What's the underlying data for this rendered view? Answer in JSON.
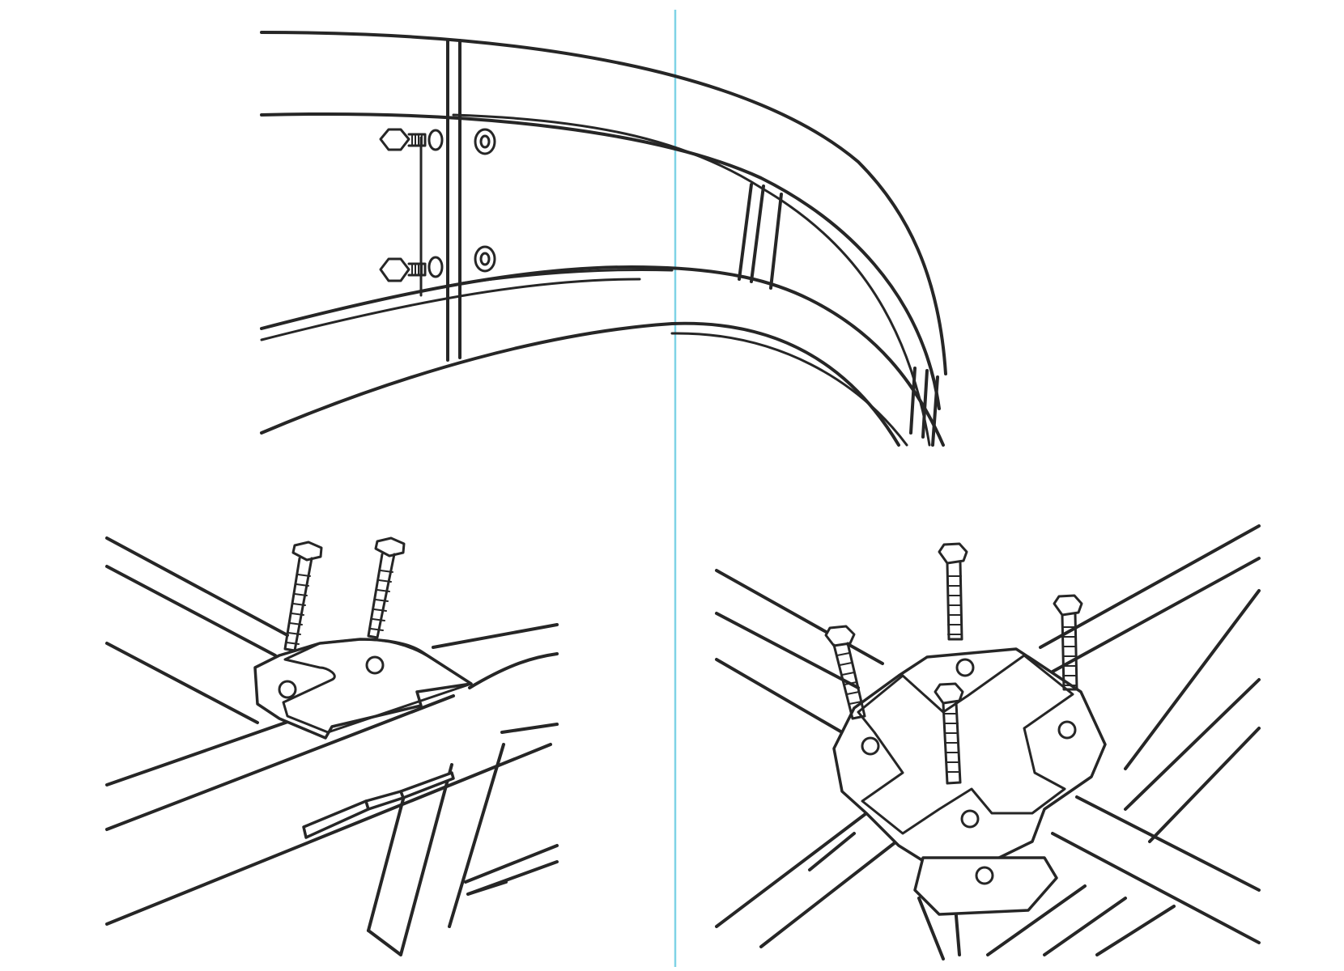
{
  "colors": {
    "background": "#ffffff",
    "line": "#262626",
    "divider": "#7fd3e6",
    "bracket_highlight": "#8a9a4e"
  },
  "panels": [
    {
      "id": "arch-rail-bolted-joint",
      "bolts": 2,
      "nuts": 2
    },
    {
      "id": "t-bracket-joint",
      "bolts": 2,
      "holes": 2
    },
    {
      "id": "cross-bracket-joint",
      "bolts": 4,
      "holes": 5
    }
  ]
}
